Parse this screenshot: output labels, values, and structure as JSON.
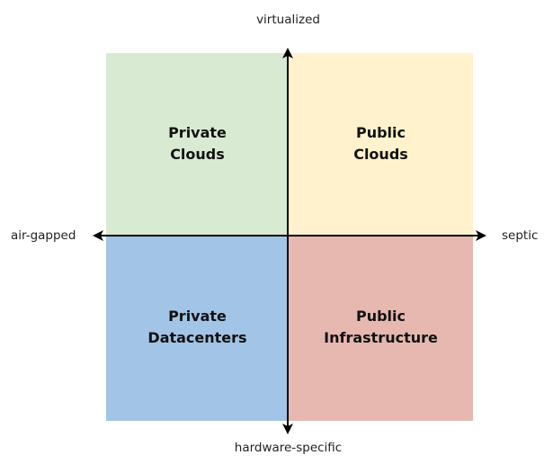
{
  "quadrants": {
    "top_left": {
      "label": "Private\nClouds",
      "color": "#d9ead3"
    },
    "top_right": {
      "label": "Public\nClouds",
      "color": "#fff2cc"
    },
    "bottom_left": {
      "label": "Private\nDatacenters",
      "color": "#a2c4e6"
    },
    "bottom_right": {
      "label": "Public\nInfrastructure",
      "color": "#e6b8af"
    }
  },
  "axes": {
    "top": "virtualized",
    "bottom": "hardware-specific",
    "left": "air-gapped",
    "right": "septic",
    "line_color": "#000000"
  }
}
